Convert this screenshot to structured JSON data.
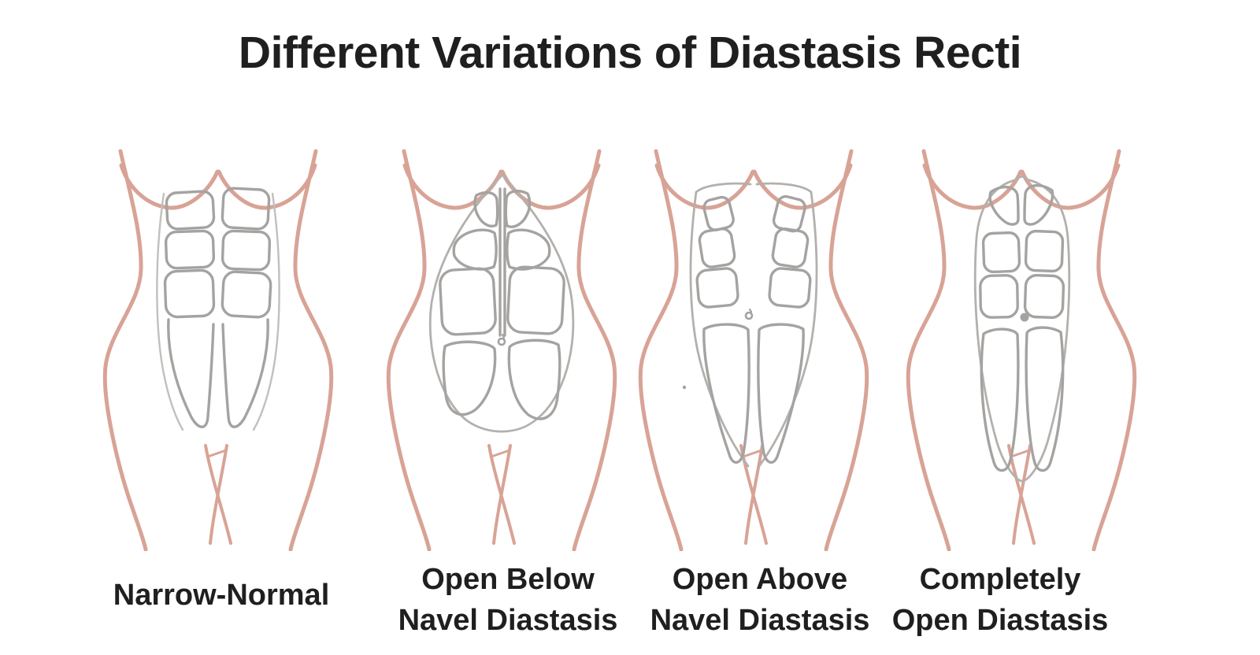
{
  "title": "Different Variations of Diastasis Recti",
  "colors": {
    "background": "#ffffff",
    "body_outline": "#d8a396",
    "muscle_line": "#a5a3a1",
    "muscle_line_light": "#c2bfbc",
    "figure_outline": "#b3b0ad",
    "text": "#1f1f1f"
  },
  "figures": [
    {
      "name": "narrow-normal",
      "label_lines": [
        "Narrow-Normal",
        ""
      ]
    },
    {
      "name": "open-below-navel",
      "label_lines": [
        "Open Below",
        "Navel Diastasis"
      ]
    },
    {
      "name": "open-above-navel",
      "label_lines": [
        "Open Above",
        "Navel Diastasis"
      ]
    },
    {
      "name": "completely-open",
      "label_lines": [
        "Completely",
        "Open Diastasis"
      ]
    }
  ]
}
